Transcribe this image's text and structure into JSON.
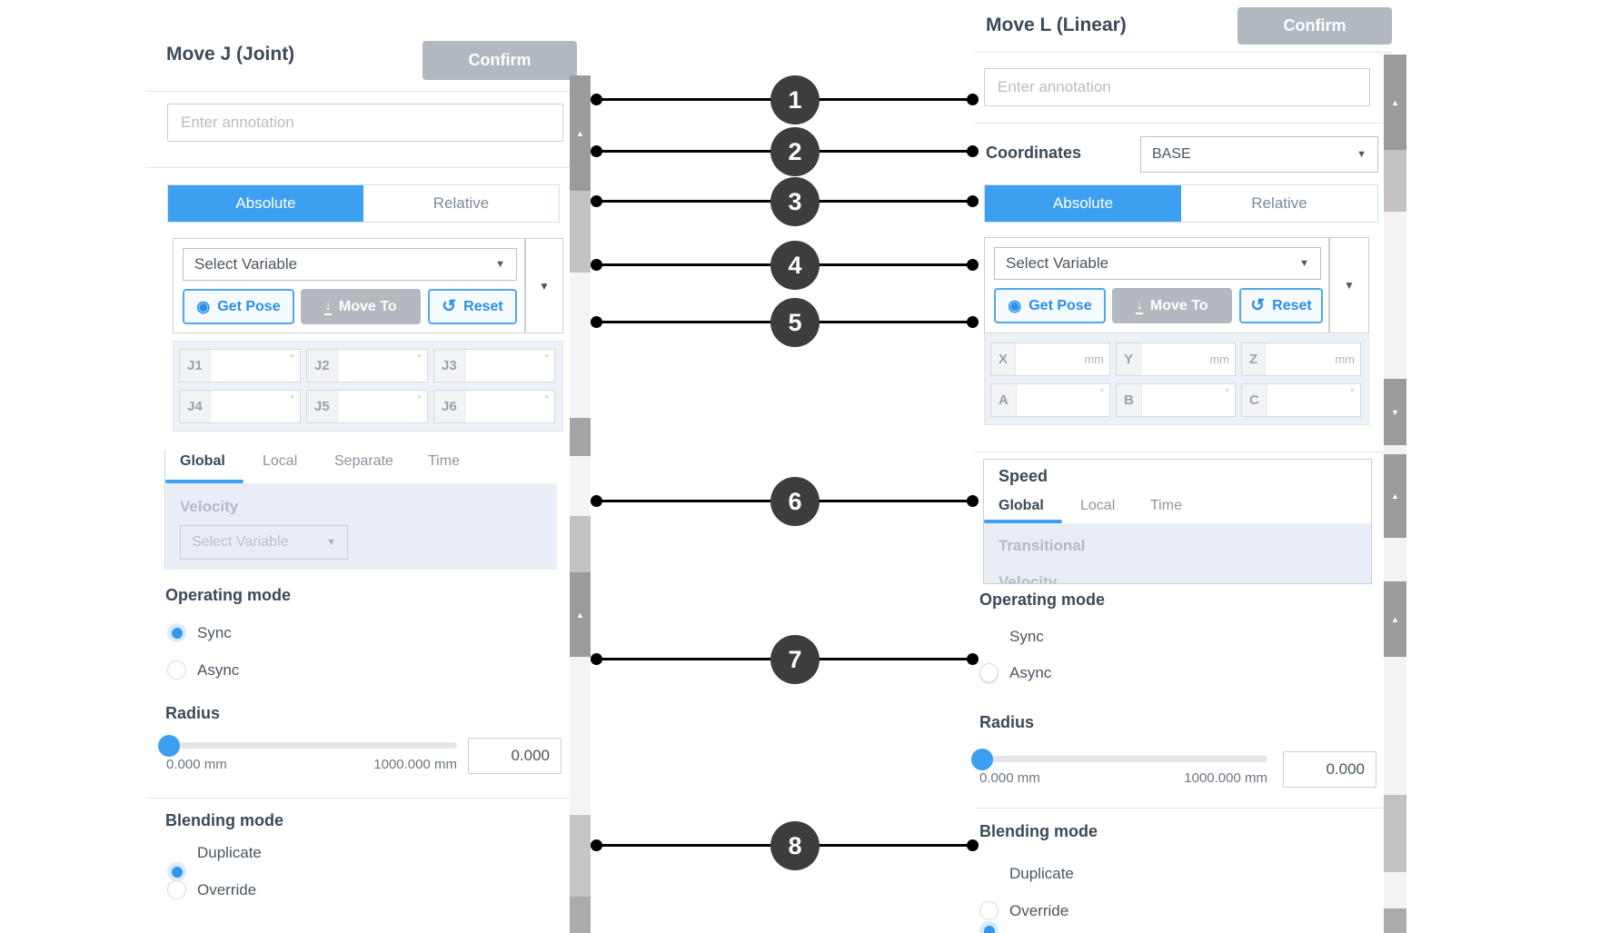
{
  "accent_color": "#3d9ff0",
  "callouts": [
    "1",
    "2",
    "3",
    "4",
    "5",
    "6",
    "7",
    "8"
  ],
  "panels": {
    "left": {
      "title": "Move J (Joint)",
      "confirm_label": "Confirm",
      "annotation_placeholder": "Enter annotation",
      "mode_tabs": {
        "absolute": "Absolute",
        "relative": "Relative"
      },
      "variable": {
        "select_placeholder": "Select Variable",
        "get_pose": "Get Pose",
        "move_to": "Move To",
        "reset": "Reset"
      },
      "joint_fields": [
        {
          "label": "J1",
          "unit": "°"
        },
        {
          "label": "J2",
          "unit": "°"
        },
        {
          "label": "J3",
          "unit": "°"
        },
        {
          "label": "J4",
          "unit": "°"
        },
        {
          "label": "J5",
          "unit": "°"
        },
        {
          "label": "J6",
          "unit": "°"
        }
      ],
      "speed_tabs": [
        "Global",
        "Local",
        "Separate",
        "Time"
      ],
      "velocity": {
        "title": "Velocity",
        "select_placeholder": "Select Variable"
      },
      "operating_mode": {
        "title": "Operating mode",
        "options": [
          "Sync",
          "Async"
        ],
        "selected": "Sync"
      },
      "radius": {
        "title": "Radius",
        "min_label": "0.000 mm",
        "max_label": "1000.000 mm",
        "value": "0.000"
      },
      "blending": {
        "title": "Blending mode",
        "options": [
          "Duplicate",
          "Override"
        ],
        "selected": "Duplicate"
      }
    },
    "right": {
      "title": "Move L (Linear)",
      "confirm_label": "Confirm",
      "annotation_placeholder": "Enter annotation",
      "coordinates": {
        "label": "Coordinates",
        "value": "BASE"
      },
      "mode_tabs": {
        "absolute": "Absolute",
        "relative": "Relative"
      },
      "variable": {
        "select_placeholder": "Select Variable",
        "get_pose": "Get Pose",
        "move_to": "Move To",
        "reset": "Reset"
      },
      "pose_fields_row1": [
        {
          "label": "X",
          "unit": "mm"
        },
        {
          "label": "Y",
          "unit": "mm"
        },
        {
          "label": "Z",
          "unit": "mm"
        }
      ],
      "pose_fields_row2": [
        {
          "label": "A",
          "unit": "°"
        },
        {
          "label": "B",
          "unit": "°"
        },
        {
          "label": "C",
          "unit": "°"
        }
      ],
      "speed": {
        "title": "Speed",
        "tabs": [
          "Global",
          "Local",
          "Time"
        ],
        "transitional_label": "Transitional",
        "clipped_label": "Velocity"
      },
      "operating_mode": {
        "title": "Operating mode",
        "options": [
          "Sync",
          "Async"
        ],
        "selected": "Sync"
      },
      "radius": {
        "title": "Radius",
        "min_label": "0.000 mm",
        "max_label": "1000.000 mm",
        "value": "0.000"
      },
      "blending": {
        "title": "Blending mode",
        "options": [
          "Duplicate",
          "Override"
        ],
        "selected": "Duplicate"
      }
    }
  }
}
